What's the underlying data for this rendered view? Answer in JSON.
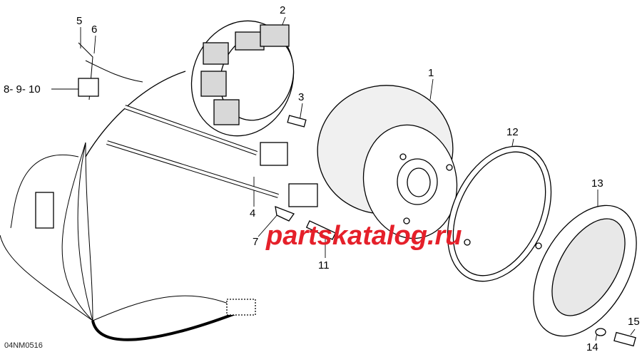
{
  "diagram": {
    "drawing_code": "04NM0516",
    "watermark": "partskatalog.ru",
    "callouts": {
      "c1": "1",
      "c2": "2",
      "c3": "3",
      "c4": "4",
      "c5": "5",
      "c6": "6",
      "c7": "7",
      "c8_9_10": "8- 9- 10",
      "c11": "11",
      "c12": "12",
      "c13": "13",
      "c14": "14",
      "c15": "15"
    },
    "colors": {
      "watermark": "#e5202a",
      "line": "#000000",
      "shade": "#bfbfbf"
    }
  }
}
